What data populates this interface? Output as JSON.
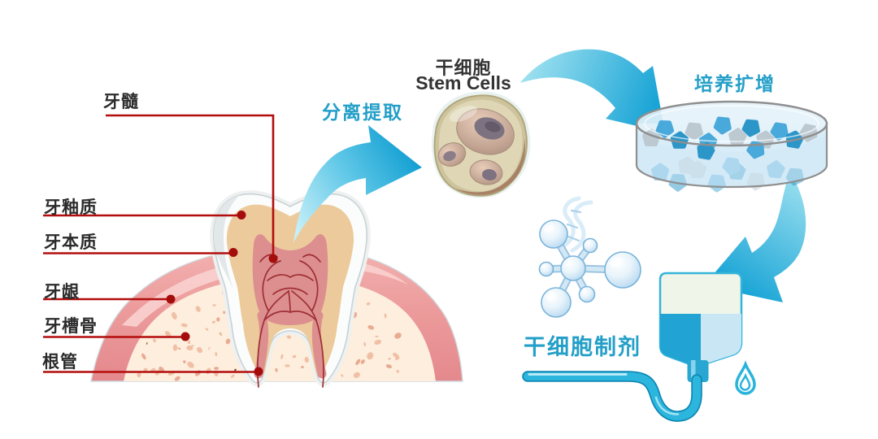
{
  "labels": {
    "pulp": "牙髓",
    "enamel": "牙釉质",
    "dentin": "牙本质",
    "gum": "牙龈",
    "alveolar_bone": "牙槽骨",
    "root_canal": "根管",
    "extract": "分离提取",
    "stem_cells_zh": "干细胞",
    "stem_cells_en": "Stem Cells",
    "culture": "培养扩增",
    "preparation": "干细胞制剂"
  },
  "colors": {
    "accent_cyan": "#249fc8",
    "leader_red": "#b30d0d",
    "arrow_cyan": "#14a2d5",
    "gum_pink": "#ec9a9b",
    "bone": "#fcecdb",
    "dentin_tan": "#ecca9b",
    "pulp_pink": "#dd8f90",
    "dish_blue": "#cfe7f5",
    "bag_liquid_blue": "#2aa2d3"
  }
}
